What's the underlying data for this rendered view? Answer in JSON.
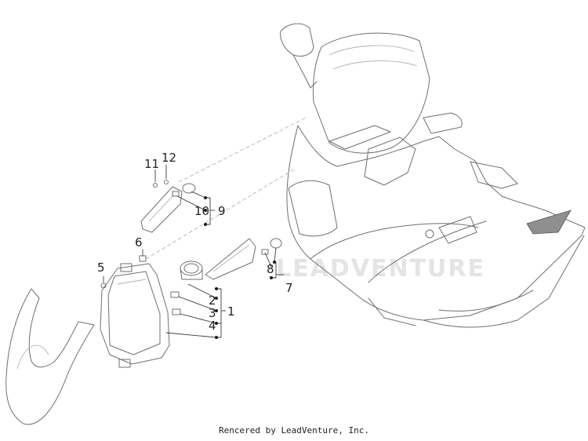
{
  "callouts": {
    "c1": "1",
    "c2": "2",
    "c3": "3",
    "c4": "4",
    "c5": "5",
    "c6": "6",
    "c7": "7",
    "c8": "8",
    "c9": "9",
    "c10": "10",
    "c11": "11",
    "c12": "12"
  },
  "watermark": "LEADVENTURE",
  "caption": "Rencered by LeadVenture, Inc."
}
